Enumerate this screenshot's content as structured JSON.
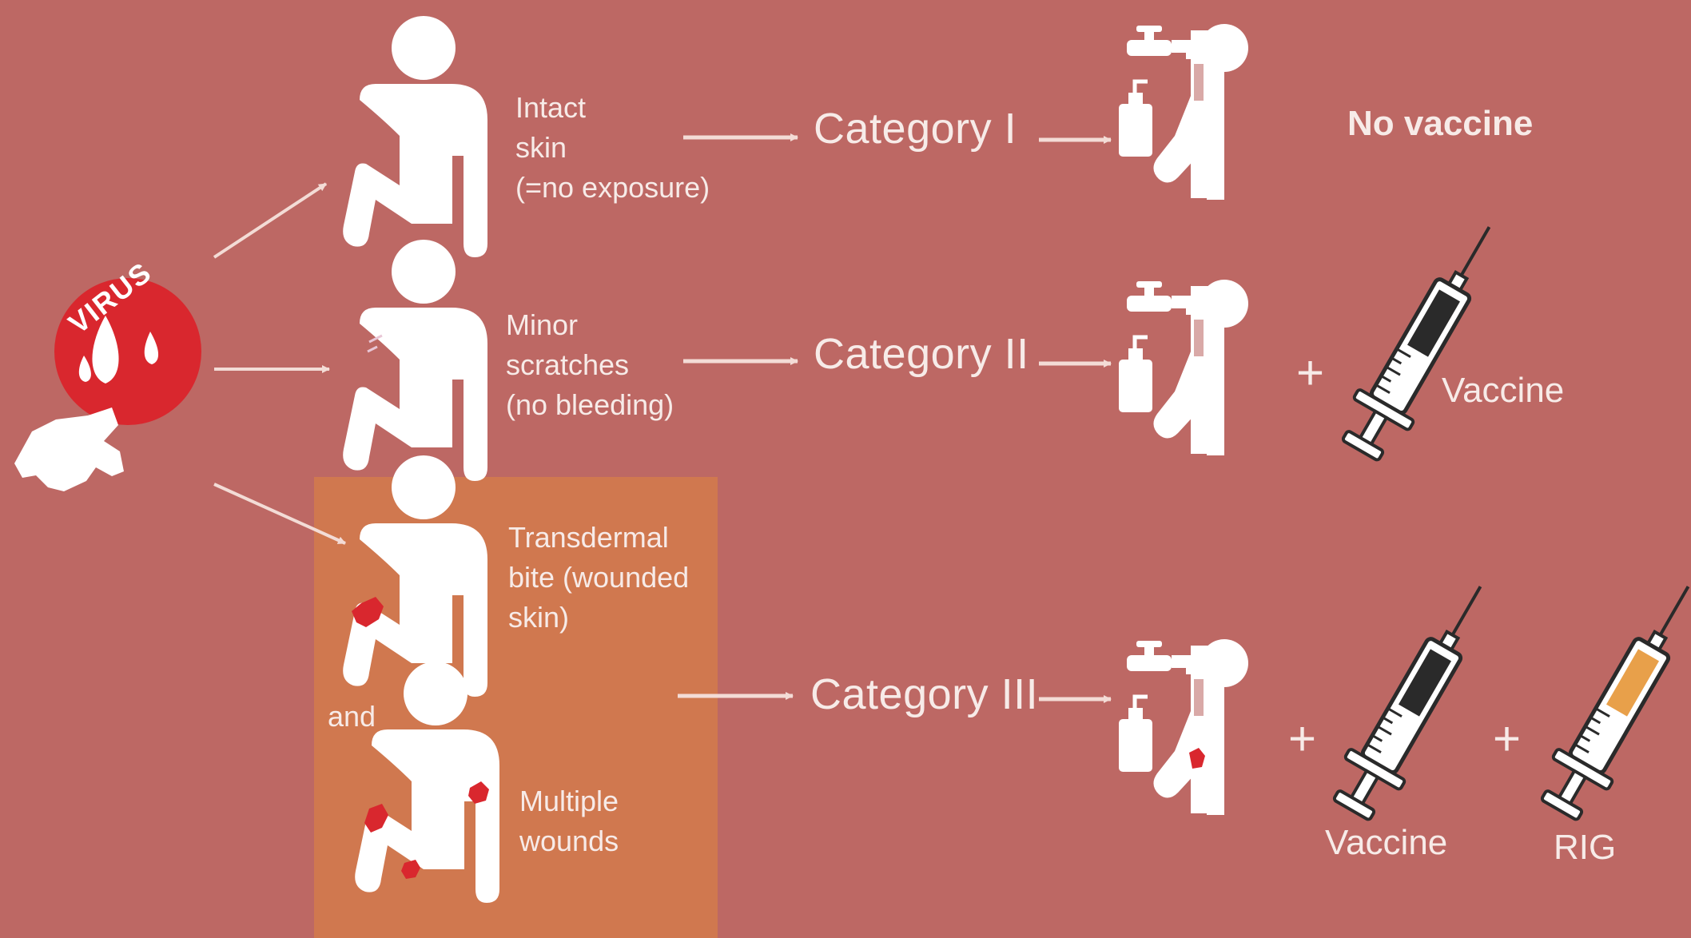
{
  "badge": {
    "text": "VIRUS"
  },
  "rows": [
    {
      "desc": [
        "Intact",
        "skin",
        "(=no exposure)"
      ],
      "category": "Category I",
      "outcome": "No vaccine"
    },
    {
      "desc": [
        "Minor",
        "scratches",
        "(no bleeding)"
      ],
      "category": "Category II",
      "outcome": "Vaccine"
    },
    {
      "desc": [
        "Transdermal",
        "bite (wounded",
        "skin)"
      ],
      "connector": "and",
      "desc2": [
        "Multiple",
        "wounds"
      ],
      "category": "Category III",
      "outcome_labels": [
        "Vaccine",
        "RIG"
      ]
    }
  ],
  "plus_sign": "+",
  "colors": {
    "background": "#bd6864",
    "highlight_box": "#d0784f",
    "figure": "#ffffff",
    "wound": "#d9272e",
    "badge": "#d9272e",
    "text": "#f7ebe8",
    "syringe_vaccine": "#2a2a2a",
    "syringe_rig": "#e8a04a"
  }
}
